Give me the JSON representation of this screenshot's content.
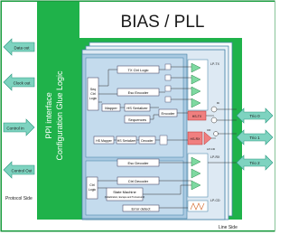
{
  "title": "BIAS / PLL",
  "ppi": {
    "line1": "PPI interface",
    "line2": "Configuration Glue Logic"
  },
  "left_signals": [
    "Data out",
    "Clock out",
    "Control in",
    "Control Out"
  ],
  "right_signals": [
    "Trio 0",
    "Trio 1",
    "Trio 2"
  ],
  "protocol_side": "Protocol Side",
  "line_side": "Line Side",
  "blocks": {
    "tx_ctrl_logic": "TX Ctrl Logic",
    "esc_encoder": "Esc Encoder",
    "seq_ctrl_1": "Seq",
    "seq_ctrl_2": "Ctrl",
    "seq_ctrl_3": "Logic",
    "mapper": "Mapper",
    "hs_serializer": "HS Serializer",
    "sequences": "Sequences",
    "encoder": "Encoder",
    "hs_mapper": "HS Mapper",
    "hs_serializer_rx": "HS Serializer",
    "decoder": "Decoder",
    "esc_decoder": "Esc Decoder",
    "ctrl_logic_1": "Ctrl",
    "ctrl_logic_2": "Logic",
    "ctrl_decoder": "Ctrl Decoder",
    "state_machine": "State Machine",
    "state_machine_sub": "(Initialization, Escape and Turnaround)",
    "error_detect": "Error detect"
  },
  "analog": {
    "lp_tx": "LP-TX",
    "hs_tx": "HS-TX",
    "rt_tx": "Rt",
    "hs_rx": "HS-RX",
    "cd": "CD",
    "lp_cd": "LP-CD",
    "lp_rx": "LP-RX",
    "lp_cd_bottom": "LP-CD"
  }
}
